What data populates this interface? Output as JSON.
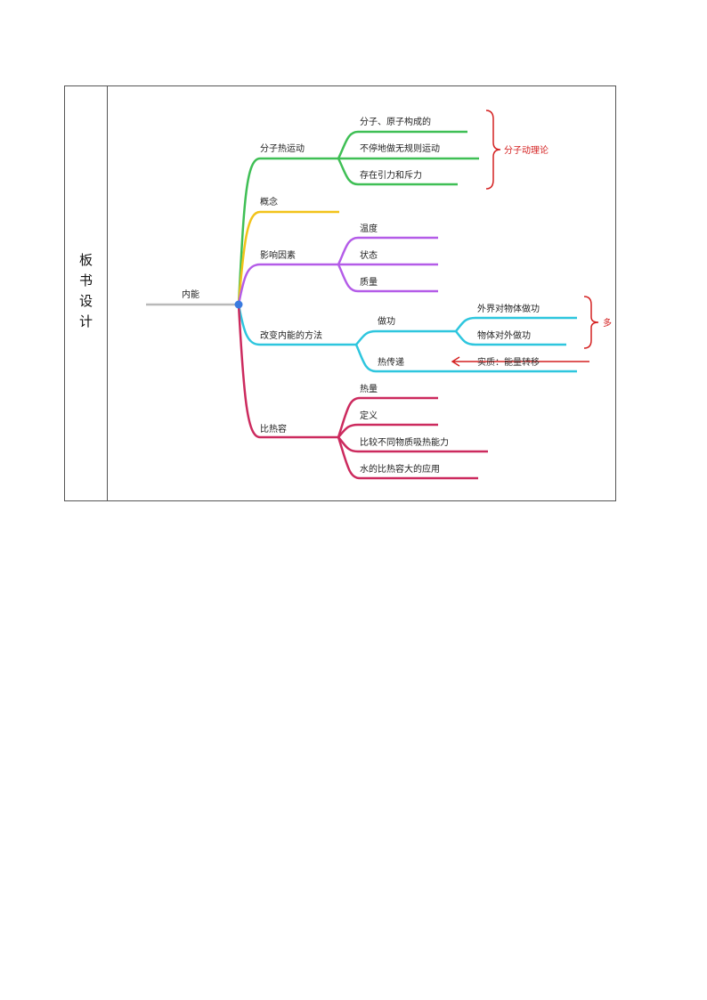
{
  "row_label": "板书设计",
  "root": "内能",
  "colors": {
    "gray": "#b9b9b9",
    "green": "#3fbf55",
    "yellow": "#f2c31a",
    "purple": "#b45ce8",
    "cyan": "#2ec6de",
    "crimson": "#cc2a5e",
    "red": "#d42020",
    "node": "#3a7be0"
  },
  "branches": [
    {
      "label": "分子热运动",
      "children": [
        "分子、原子构成的",
        "不停地做无规则运动",
        "存在引力和斥力"
      ]
    },
    {
      "label": "概念",
      "children": []
    },
    {
      "label": "影响因素",
      "children": [
        "温度",
        "状态",
        "质量"
      ]
    },
    {
      "label": "改变内能的方法",
      "children": [
        "做功",
        "热传递"
      ],
      "sub": [
        "外界对物体做功",
        "物体对外做功"
      ]
    },
    {
      "label": "比热容",
      "children": [
        "热量",
        "定义",
        "比较不同物质吸热能力",
        "水的比热容大的应用"
      ]
    }
  ],
  "annotations": {
    "molecular_theory": "分子动理论",
    "cut_text": "多",
    "heat_transfer_essence": "实质：能量转移"
  }
}
